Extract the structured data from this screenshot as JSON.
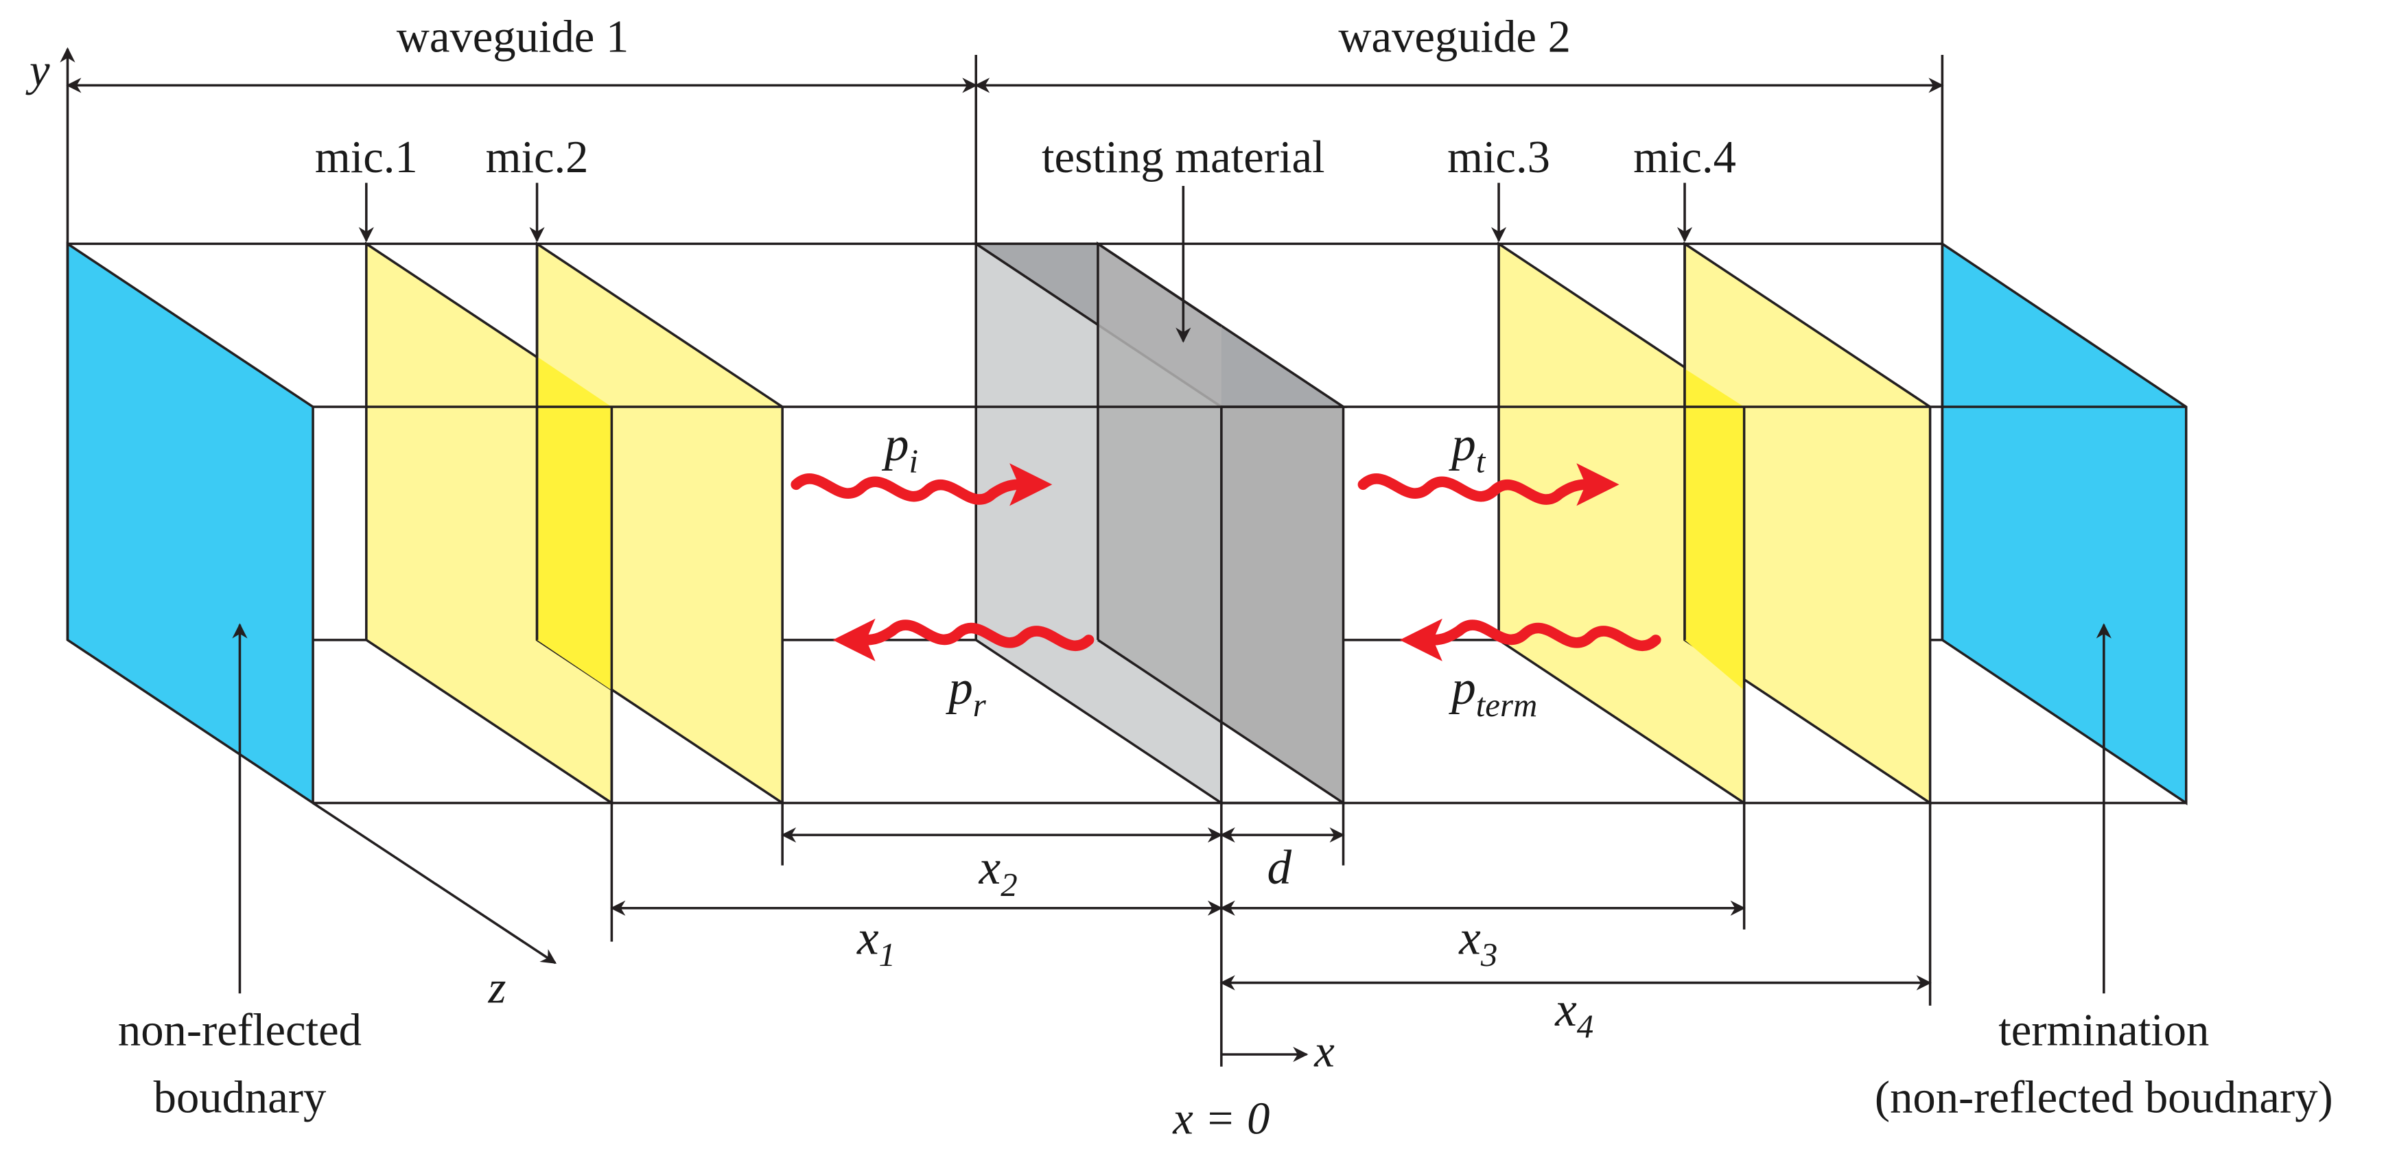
{
  "labels": {
    "waveguide1": "waveguide 1",
    "waveguide2": "waveguide 2",
    "mic1": "mic.1",
    "mic2": "mic.2",
    "mic3": "mic.3",
    "mic4": "mic.4",
    "testing_material": "testing material",
    "axis_y": "y",
    "axis_z": "z",
    "axis_x": "x",
    "origin": "x = 0",
    "nonreflected_line1": "non-reflected",
    "nonreflected_line2": "boudnary",
    "termination_line1": "termination",
    "termination_line2": "(non-reflected boudnary)"
  },
  "waves": {
    "incident": {
      "base": "p",
      "sub": "i"
    },
    "reflected": {
      "base": "p",
      "sub": "r"
    },
    "transmitted": {
      "base": "p",
      "sub": "t"
    },
    "terminal": {
      "base": "p",
      "sub": "term"
    }
  },
  "dimensions": {
    "x1": {
      "base": "x",
      "sub": "1"
    },
    "x2": {
      "base": "x",
      "sub": "2"
    },
    "x3": {
      "base": "x",
      "sub": "3"
    },
    "x4": {
      "base": "x",
      "sub": "4"
    },
    "d": "d"
  },
  "colors": {
    "boundary": "#3ccbf4",
    "mic_plane": "#fff799",
    "mic_overlap": "#fff23a",
    "material_front": "#d1d3d4",
    "material_side": "#a7a9ac",
    "material_back": "#b3b3b3",
    "wave": "#ed1c24",
    "line": "#231f20"
  }
}
